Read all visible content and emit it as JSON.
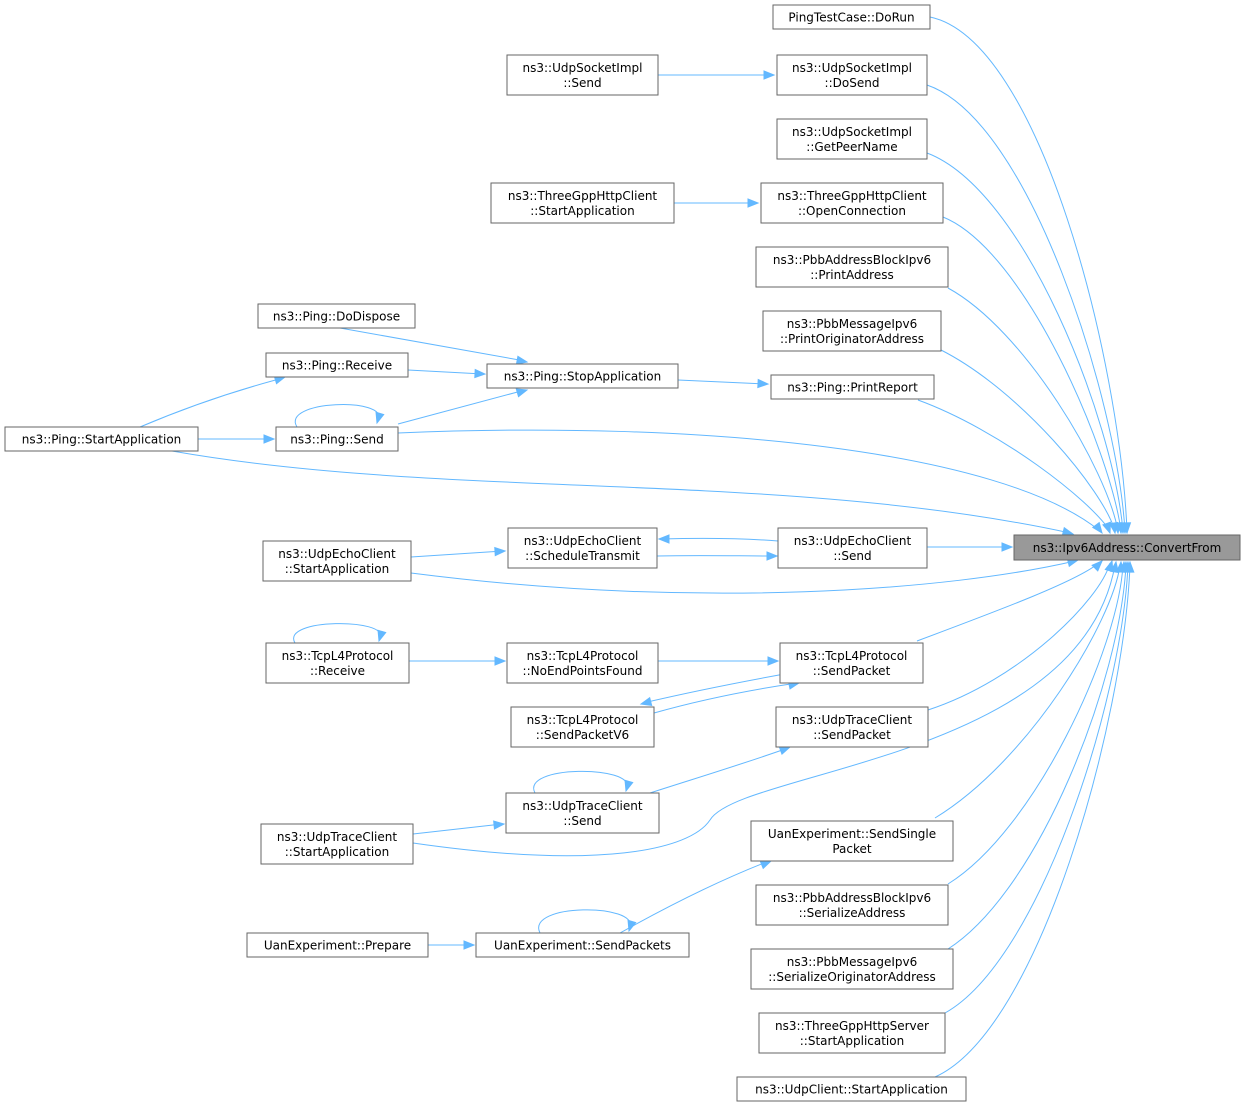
{
  "diagram": {
    "type": "caller-graph",
    "edge_color": "#63b8ff",
    "root_fill": "#999999",
    "nodes": {
      "root": "ns3::Ipv6Address::ConvertFrom",
      "pingDoRun": "PingTestCase::DoRun",
      "udpSockSend": [
        "ns3::UdpSocketImpl",
        "::Send"
      ],
      "udpSockDoSend": [
        "ns3::UdpSocketImpl",
        "::DoSend"
      ],
      "udpSockPeer": [
        "ns3::UdpSocketImpl",
        "::GetPeerName"
      ],
      "httpClientStart": [
        "ns3::ThreeGppHttpClient",
        "::StartApplication"
      ],
      "httpClientOpen": [
        "ns3::ThreeGppHttpClient",
        "::OpenConnection"
      ],
      "pbbBlockPrint": [
        "ns3::PbbAddressBlockIpv6",
        "::PrintAddress"
      ],
      "pbbMsgPrint": [
        "ns3::PbbMessageIpv6",
        "::PrintOriginatorAddress"
      ],
      "pingDispose": "ns3::Ping::DoDispose",
      "pingReceive": "ns3::Ping::Receive",
      "pingStop": "ns3::Ping::StopApplication",
      "pingReport": "ns3::Ping::PrintReport",
      "pingStart": "ns3::Ping::StartApplication",
      "pingSend": "ns3::Ping::Send",
      "echoStart": [
        "ns3::UdpEchoClient",
        "::StartApplication"
      ],
      "echoSched": [
        "ns3::UdpEchoClient",
        "::ScheduleTransmit"
      ],
      "echoSend": [
        "ns3::UdpEchoClient",
        "::Send"
      ],
      "tcpReceive": [
        "ns3::TcpL4Protocol",
        "::Receive"
      ],
      "tcpNoEnd": [
        "ns3::TcpL4Protocol",
        "::NoEndPointsFound"
      ],
      "tcpSendPkt": [
        "ns3::TcpL4Protocol",
        "::SendPacket"
      ],
      "tcpSendV6": [
        "ns3::TcpL4Protocol",
        "::SendPacketV6"
      ],
      "traceSendPkt": [
        "ns3::UdpTraceClient",
        "::SendPacket"
      ],
      "traceSend": [
        "ns3::UdpTraceClient",
        "::Send"
      ],
      "traceStart": [
        "ns3::UdpTraceClient",
        "::StartApplication"
      ],
      "uanSingle": [
        "UanExperiment::SendSingle",
        "Packet"
      ],
      "uanPrepare": "UanExperiment::Prepare",
      "uanPackets": "UanExperiment::SendPackets",
      "pbbBlockSer": [
        "ns3::PbbAddressBlockIpv6",
        "::SerializeAddress"
      ],
      "pbbMsgSer": [
        "ns3::PbbMessageIpv6",
        "::SerializeOriginatorAddress"
      ],
      "httpServerStart": [
        "ns3::ThreeGppHttpServer",
        "::StartApplication"
      ],
      "udpClientStart": "ns3::UdpClient::StartApplication"
    }
  }
}
